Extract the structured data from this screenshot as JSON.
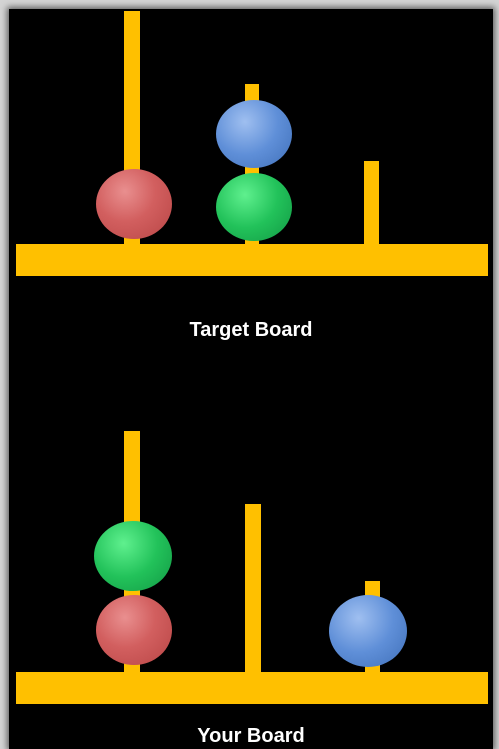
{
  "target_board": {
    "label": "Target Board",
    "pegs": [
      {
        "id": 1,
        "balls_bottom_to_top": [
          "red"
        ]
      },
      {
        "id": 2,
        "balls_bottom_to_top": [
          "green",
          "blue"
        ]
      },
      {
        "id": 3,
        "balls_bottom_to_top": []
      }
    ]
  },
  "your_board": {
    "label": "Your Board",
    "pegs": [
      {
        "id": 1,
        "balls_bottom_to_top": [
          "red",
          "green"
        ]
      },
      {
        "id": 2,
        "balls_bottom_to_top": []
      },
      {
        "id": 3,
        "balls_bottom_to_top": [
          "blue"
        ]
      }
    ]
  },
  "colors": {
    "background": "#000000",
    "peg": "#FFC000",
    "red_ball": "#D25F5F",
    "green_ball": "#22C25A",
    "blue_ball": "#5F8FD8"
  }
}
